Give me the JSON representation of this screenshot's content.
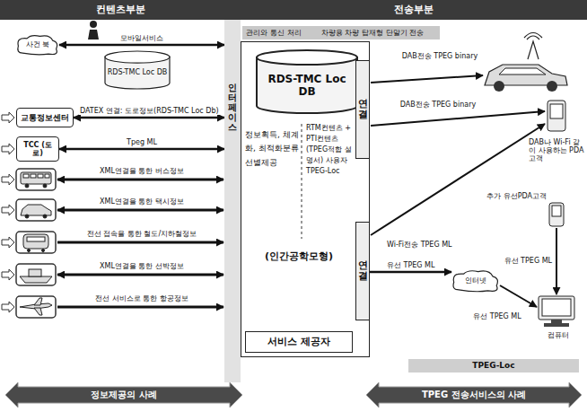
{
  "diagram": {
    "nodes": [
      {
        "text": [
          "컨텐츠부분"
        ]
      },
      {
        "text": [
          "전송부분"
        ]
      },
      {
        "text": [
          "사건 북"
        ]
      },
      {
        "text": [
          "RDS-TMC Loc DB"
        ]
      },
      {
        "text": [
          "교통정보센터"
        ]
      },
      {
        "text": [
          "TCC (도로)"
        ]
      },
      {
        "text": [
          "인터페이스"
        ]
      },
      {
        "text": [
          "관리와 통신 처리"
        ]
      },
      {
        "text": [
          "차량용 차량 탑재형 단말기 전송"
        ]
      },
      {
        "text": [
          "정보획득, 체계화, 최적화분류 선별제공",
          "RTM컨텐츠 + PTI컨텐츠 (TPEG적합 설명서) 사용자 TPEG-Loc",
          "(인간공학모형)"
        ]
      },
      {
        "text": [
          "RDS-TMC Loc DB"
        ],
        "in": 9
      },
      {
        "text": [
          "연결"
        ],
        "in": 9
      },
      {
        "text": [
          "연결"
        ],
        "in": 9
      },
      {
        "text": [
          "서비스 제공자"
        ],
        "in": 9
      },
      {
        "text": [
          "인터넷"
        ]
      },
      {
        "text": [
          "TPEG-Loc"
        ]
      },
      {
        "text": [
          "정보제공의 사례"
        ]
      },
      {
        "text": [
          "TPEG 전송서비스의 사례"
        ]
      }
    ],
    "edges": [
      {
        "from": 2,
        "to": 6,
        "label": "모바일서비스",
        "arrow": "both"
      },
      {
        "from": 4,
        "to": 6,
        "label": "DATEX 연결: 도로정보(RDS-TMC Loc Db)",
        "arrow": "both"
      },
      {
        "from": 5,
        "to": 6,
        "label": "Tpeg ML",
        "arrow": "both"
      },
      {
        "from": 12,
        "to": 14,
        "label": "유선 TPEG ML",
        "arrow": "to"
      }
    ],
    "labels": [
      "XML연결을 통한 버스정보",
      "XML연결을 통한 택시정보",
      "전선 접속을 통한 철도/지하철정보",
      "XML연결을 통한 선박정보",
      "전선 서비스로 통한 항공정보",
      "DAB전송 TPEG binary",
      "DAB전송 TPEG binary",
      "DAB나 Wi-Fi 같이 사용하는 PDA고객",
      "Wi-Fi전송 TPEG ML",
      "추가 유선PDA고객",
      "유선 TPEG ML",
      "유선 TPEG ML",
      "컴퓨터"
    ]
  }
}
